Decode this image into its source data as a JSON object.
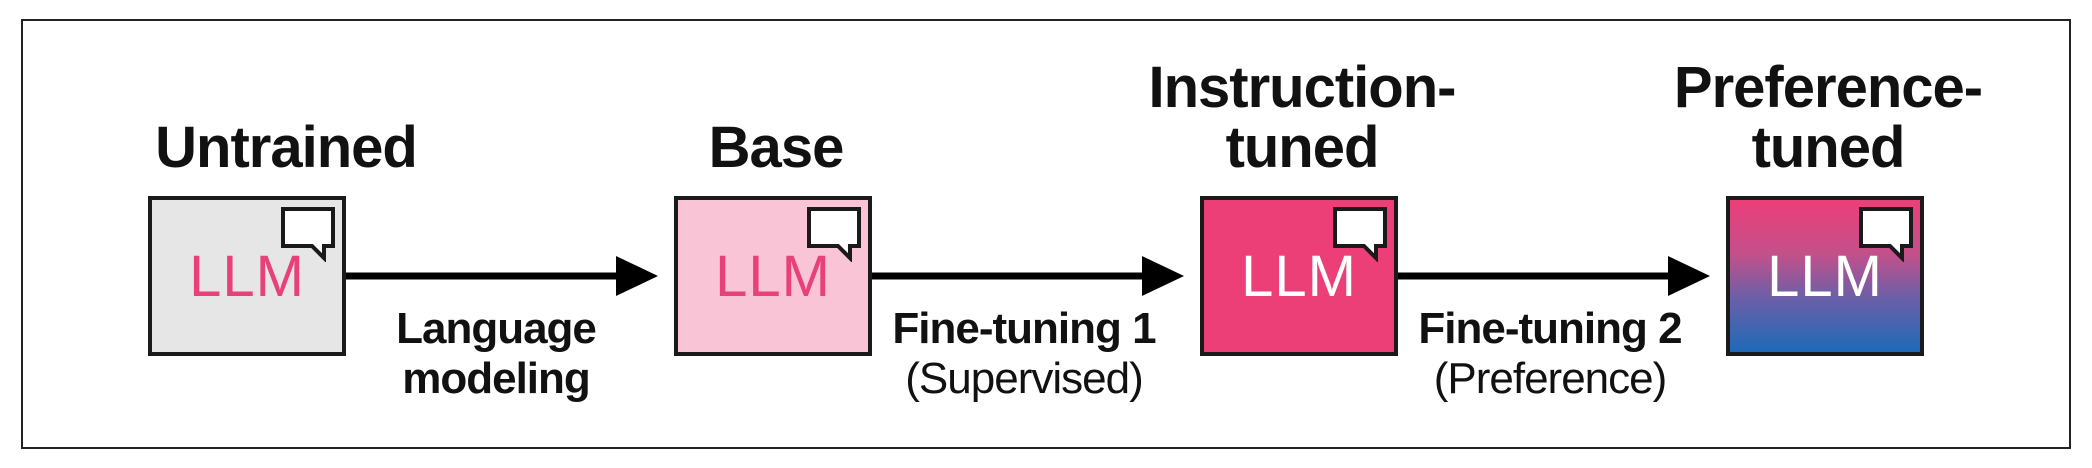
{
  "stages": [
    {
      "title_lines": [
        "Untrained"
      ],
      "label": "LLM",
      "fill": "#e6e6e6",
      "text_color": "#e8417a"
    },
    {
      "title_lines": [
        "Base"
      ],
      "label": "LLM",
      "fill": "#f8c4d6",
      "text_color": "#e8417a"
    },
    {
      "title_lines": [
        "Instruction-",
        "tuned"
      ],
      "label": "LLM",
      "fill": "#ec3f78",
      "text_color": "#ffffff"
    },
    {
      "title_lines": [
        "Preference-",
        "tuned"
      ],
      "label": "LLM",
      "fill_gradient": [
        "#ec3f78",
        "#1e6ab8"
      ],
      "text_color": "#ffffff"
    }
  ],
  "edges": [
    {
      "lines": [
        "Language",
        "modeling"
      ],
      "sub": ""
    },
    {
      "lines": [
        "Fine-tuning 1"
      ],
      "sub": "(Supervised)"
    },
    {
      "lines": [
        "Fine-tuning 2"
      ],
      "sub": "(Preference)"
    }
  ],
  "colors": {
    "outline": "#1a1a1a",
    "arrow": "#000000",
    "accent_pink": "#ec3f78",
    "accent_blue": "#1e6ab8"
  },
  "icons": {
    "box_corner": "speech-bubble-icon",
    "connector": "arrow-right-icon"
  }
}
